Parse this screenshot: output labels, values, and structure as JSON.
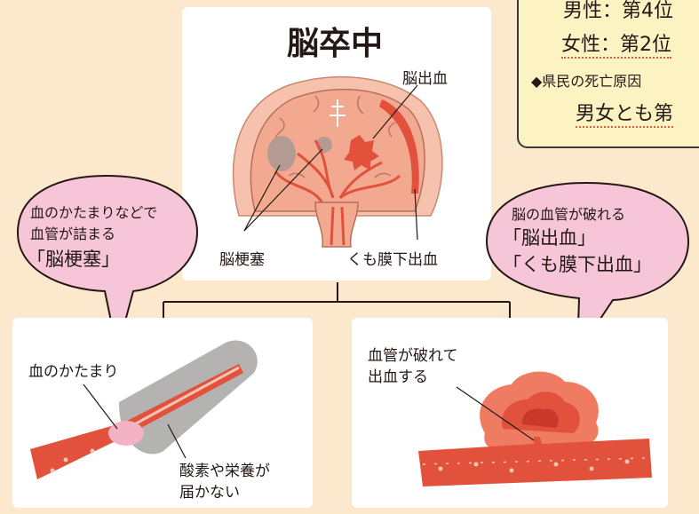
{
  "title": "脳卒中",
  "brain_labels": {
    "hemorrhage": "脳出血",
    "infarction": "脳梗塞",
    "subarachnoid": "くも膜下出血"
  },
  "left_bubble": {
    "line1": "血のかたまりなどで",
    "line2": "血管が詰まる",
    "line3": "「脳梗塞」"
  },
  "right_bubble": {
    "line1": "脳の血管が破れる",
    "line2": "「脳出血」",
    "line3": "「くも膜下出血」"
  },
  "left_panel": {
    "clot_label": "血のかたまり",
    "no_supply_line1": "酸素や栄養が",
    "no_supply_line2": "届かない"
  },
  "right_panel": {
    "rupture_line1": "血管が破れて",
    "rupture_line2": "出血する"
  },
  "stat_box": {
    "male_partial": "男性：第4位",
    "female": "女性：第2位",
    "prefecture_partial": "◆県民の死亡原因",
    "both_partial": "男女とも第"
  },
  "colors": {
    "background": "#fbe8cd",
    "bubble_fill": "#f6c6d8",
    "vessel_red": "#e2513c",
    "brain_pink": "#f5b9a4",
    "stat_box_fill": "#fdf2c2"
  }
}
